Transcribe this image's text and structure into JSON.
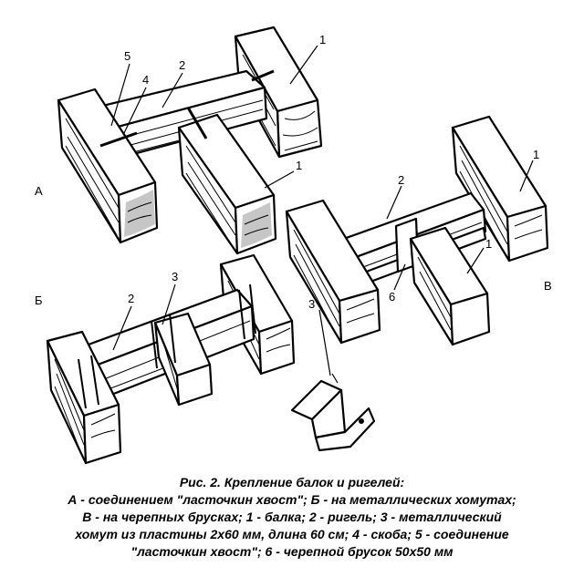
{
  "figure": {
    "labels": {
      "A_1_top": "1",
      "A_2": "2",
      "A_4": "4",
      "A_5": "5",
      "A_1_bottom": "1",
      "A_letter": "А",
      "V_1_top": "1",
      "V_2": "2",
      "V_1_bottom": "1",
      "V_6": "6",
      "V_letter": "В",
      "B_2": "2",
      "B_3": "3",
      "B_3_bracket": "3",
      "B_letter": "Б"
    }
  },
  "caption": {
    "line1": "Рис. 2. Крепление балок и ригелей:",
    "line2": "А - соединением \"ласточкин хвост\"; Б - на металлических хомутах;",
    "line3": "В - на черепных брусках; 1 - балка; 2 - ригель; 3 - металлический",
    "line4": "хомут из пластины 2х60 мм, длина 60 см; 4 - скоба; 5 - соединение",
    "line5": "\"ласточкин хвост\"; 6 - черепной брусок 50х50 мм"
  }
}
